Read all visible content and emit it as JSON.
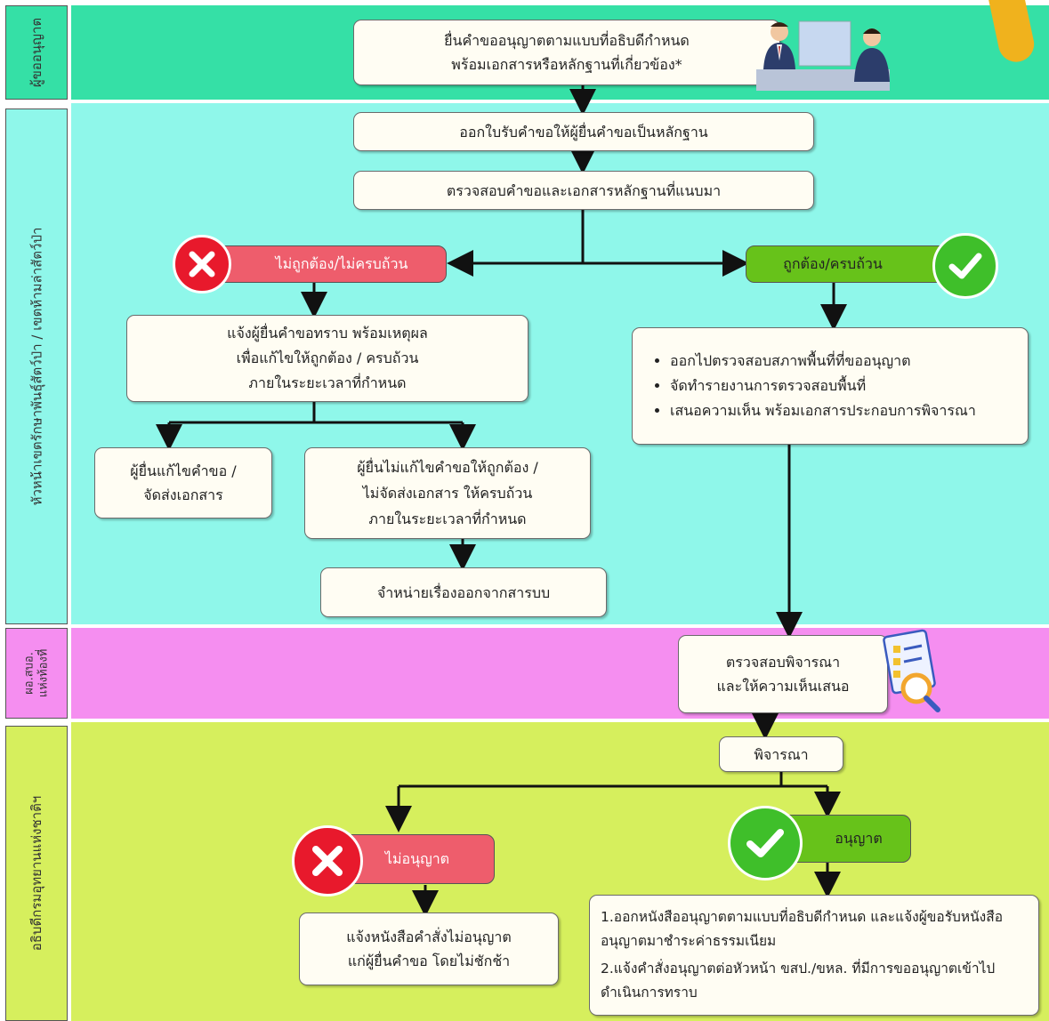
{
  "lanes": [
    {
      "label": "ผู้ขออนุญาต",
      "color": "#35e0a6"
    },
    {
      "label": "หัวหน้าเขตรักษาพันธุ์สัตว์ป่า / เขตห้ามล่าสัตว์ป่า",
      "color": "#8ff7ea"
    },
    {
      "label": "ผอ.สบอ.\nแห่งท้องที่",
      "color": "#f58ef0"
    },
    {
      "label": "อธิบดีกรมอุทยานแห่งชาติฯ",
      "color": "#d6ef5d"
    }
  ],
  "steps": {
    "submit": "ยื่นคำขออนุญาตตามแบบที่อธิบดีกำหนด\nพร้อมเอกสารหรือหลักฐานที่เกี่ยวข้อง*",
    "receipt": "ออกใบรับคำขอให้ผู้ยื่นคำขอเป็นหลักฐาน",
    "check": "ตรวจสอบคำขอและเอกสารหลักฐานที่แนบมา",
    "incorrect": "ไม่ถูกต้อง/ไม่ครบถ้วน",
    "correct": "ถูกต้อง/ครบถ้วน",
    "notify": "แจ้งผู้ยื่นคำขอทราบ พร้อมเหตุผล\nเพื่อแก้ไขให้ถูกต้อง / ครบถ้วน\nภายในระยะเวลาที่กำหนด",
    "fixed": "ผู้ยื่นแก้ไขคำขอ /\nจัดส่งเอกสาร",
    "not_fixed": "ผู้ยื่นไม่แก้ไขคำขอให้ถูกต้อง /\nไม่จัดส่งเอกสาร ให้ครบถ้วน\nภายในระยะเวลาที่กำหนด",
    "dispose": "จำหน่ายเรื่องออกจากสารบบ",
    "inspect_items": [
      "ออกไปตรวจสอบสภาพพื้นที่ที่ขออนุญาต",
      "จัดทำรายงานการตรวจสอบพื้นที่",
      "เสนอความเห็น พร้อมเอกสารประกอบการพิจารณา"
    ],
    "review": "ตรวจสอบพิจารณา\nและให้ความเห็นเสนอ",
    "consider": "พิจารณา",
    "deny": "ไม่อนุญาต",
    "approve": "อนุญาต",
    "deny_notify": "แจ้งหนังสือคำสั่งไม่อนุญาต\nแก่ผู้ยื่นคำขอ โดยไม่ชักช้า",
    "approve_items": [
      "1.ออกหนังสืออนุญาตตามแบบที่อธิบดีกำหนด และแจ้งผู้ขอรับหนังสืออนุญาตมาชำระค่าธรรมเนียม",
      "2.แจ้งคำสั่งอนุญาตต่อหัวหน้า ขสป./ขหล. ที่มีการขออนุญาตเข้าไปดำเนินการทราบ"
    ]
  },
  "colors": {
    "red": "#ee5d6c",
    "green": "#67c21a",
    "red_badge": "#e8192c",
    "green_badge": "#3fbf2a",
    "accent": "#f0b21d"
  }
}
